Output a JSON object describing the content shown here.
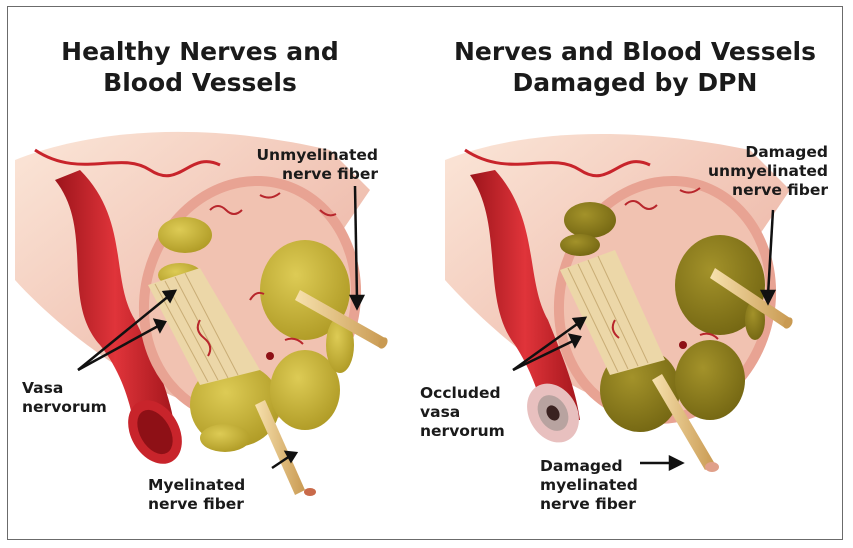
{
  "left_panel": {
    "title": "Healthy Nerves and\nBlood Vessels",
    "labels": {
      "unmyelinated": "Unmyelinated\nnerve fiber",
      "vasa": "Vasa\nnervorum",
      "myelinated": "Myelinated\nnerve fiber"
    }
  },
  "right_panel": {
    "title": "Nerves and Blood Vessels\nDamaged by DPN",
    "labels": {
      "unmyelinated": "Damaged\nunmyelinated\nnerve fiber",
      "vasa": "Occluded\nvasa\nnervorum",
      "myelinated": "Damaged\nmyelinated\nnerve fiber"
    }
  },
  "colors": {
    "artery": "#c8242b",
    "nerve_sheath": "#eebfa8",
    "healthy_fascicle": "#c9b534",
    "damaged_fascicle": "#8c7d18",
    "fiber": "#e9c98a"
  }
}
